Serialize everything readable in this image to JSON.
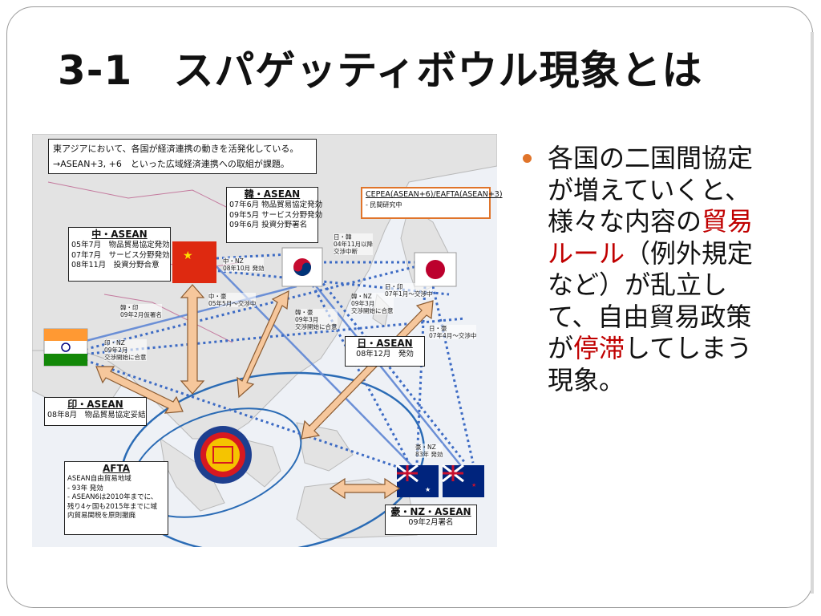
{
  "title": "3-1　スパゲッティボウル現象とは",
  "bullet": {
    "part1": "各国の二国間協定が増えていくと、様々な内容の",
    "highlight1": "貿易ルール",
    "part2": "（例外規定など）が乱立して、自由貿易政策が",
    "highlight2": "停滞",
    "part3": "してしまう現象。"
  },
  "colors": {
    "accent_red": "#c00000",
    "bullet_orange": "#e0742a",
    "arrow_fill": "#f6c79c",
    "dotted_blue": "#3d6bc4"
  },
  "map": {
    "header": {
      "line1": "東アジアにおいて、各国が経済連携の動きを活発化している。",
      "line2": "→ASEAN+3, +6　といった広域経済連携への取組が課題。"
    },
    "boxes": {
      "korea": {
        "title": "韓・ASEAN",
        "lines": [
          "07年6月 物品貿易協定発効",
          "09年5月 サービス分野発効",
          "09年6月 投資分野署名"
        ]
      },
      "china": {
        "title": "中・ASEAN",
        "lines": [
          "05年7月　物品貿易協定発効",
          "07年7月　サービス分野発効",
          "08年11月　投資分野合意"
        ]
      },
      "cepea": {
        "title": "CEPEA(ASEAN+6)/EAFTA(ASEAN+3)",
        "lines": [
          "- 民間研究中"
        ]
      },
      "japan": {
        "title": "日・ASEAN",
        "lines": [
          "08年12月　発効"
        ]
      },
      "india": {
        "title": "印・ASEAN",
        "lines": [
          "08年8月　物品貿易協定妥結"
        ]
      },
      "afta": {
        "title": "AFTA",
        "lines": [
          "ASEAN自由貿易地域",
          "- 93年 発効",
          "- ASEAN6は2010年までに、",
          "残り4ヶ国も2015年までに域",
          "内貿易関税を原則撤廃"
        ]
      },
      "anz": {
        "title": "豪・NZ・ASEAN",
        "lines": [
          "09年2月署名"
        ]
      }
    },
    "labels": {
      "china_nz": "中・NZ\n08年10月 発効",
      "japan_korea": "日・韓\n04年11月以降\n交渉中断",
      "china_aus": "中・豪\n05年5月～交渉中",
      "korea_india": "韓・印\n09年2月仮署名",
      "korea_nz": "韓・NZ\n09年3月\n交渉開始に合意",
      "japan_india": "日・印\n07年1月～交渉中",
      "korea_aus": "韓・豪\n09年3月\n交渉開始に合意",
      "japan_aus": "日・豪\n07年4月～交渉中",
      "india_nz": "印・NZ\n09年2月\n交渉開始に合意",
      "aus_nz": "豪・NZ\n83年 発効"
    }
  }
}
